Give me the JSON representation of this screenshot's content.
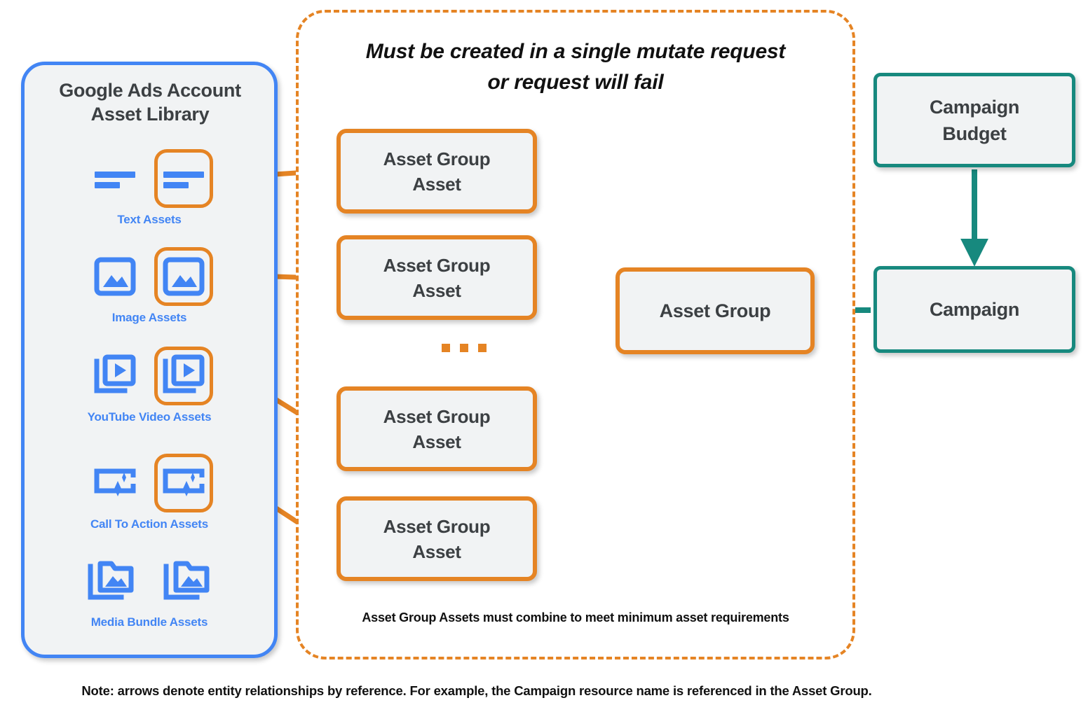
{
  "diagram": {
    "colors": {
      "orange": "#E58424",
      "blue": "#4285F4",
      "teal": "#17897E",
      "node_fill": "#F1F3F4",
      "node_text": "#3C4043",
      "page_bg": "#FFFFFF"
    },
    "bottom_note": "Note: arrows denote entity relationships by reference. For example, the Campaign resource name is referenced in the Asset Group."
  },
  "sidebar": {
    "title_line1": "Google Ads Account",
    "title_line2": "Asset Library",
    "asset_rows": [
      {
        "caption": "Text Assets",
        "icon": "text-lines-icon",
        "highlighted": true
      },
      {
        "caption": "Image Assets",
        "icon": "image-icon",
        "highlighted": true
      },
      {
        "caption": "YouTube Video  Assets",
        "icon": "video-stack-icon",
        "highlighted": true
      },
      {
        "caption": "Call To Action Assets",
        "icon": "call-to-action-icon",
        "highlighted": true
      },
      {
        "caption": "Media Bundle  Assets",
        "icon": "media-bundle-icon",
        "highlighted": false
      }
    ]
  },
  "mutate_group": {
    "title_line1": "Must be created in a single mutate request",
    "title_line2": "or request will fail",
    "footnote": "Asset Group Assets must combine to meet minimum asset requirements",
    "ellipsis": "…",
    "asset_group_assets": [
      {
        "line1": "Asset Group",
        "line2": "Asset"
      },
      {
        "line1": "Asset Group",
        "line2": "Asset"
      },
      {
        "line1": "Asset Group",
        "line2": "Asset"
      },
      {
        "line1": "Asset Group",
        "line2": "Asset"
      }
    ]
  },
  "nodes": {
    "asset_group": "Asset Group",
    "campaign_budget_line1": "Campaign",
    "campaign_budget_line2": "Budget",
    "campaign": "Campaign"
  }
}
